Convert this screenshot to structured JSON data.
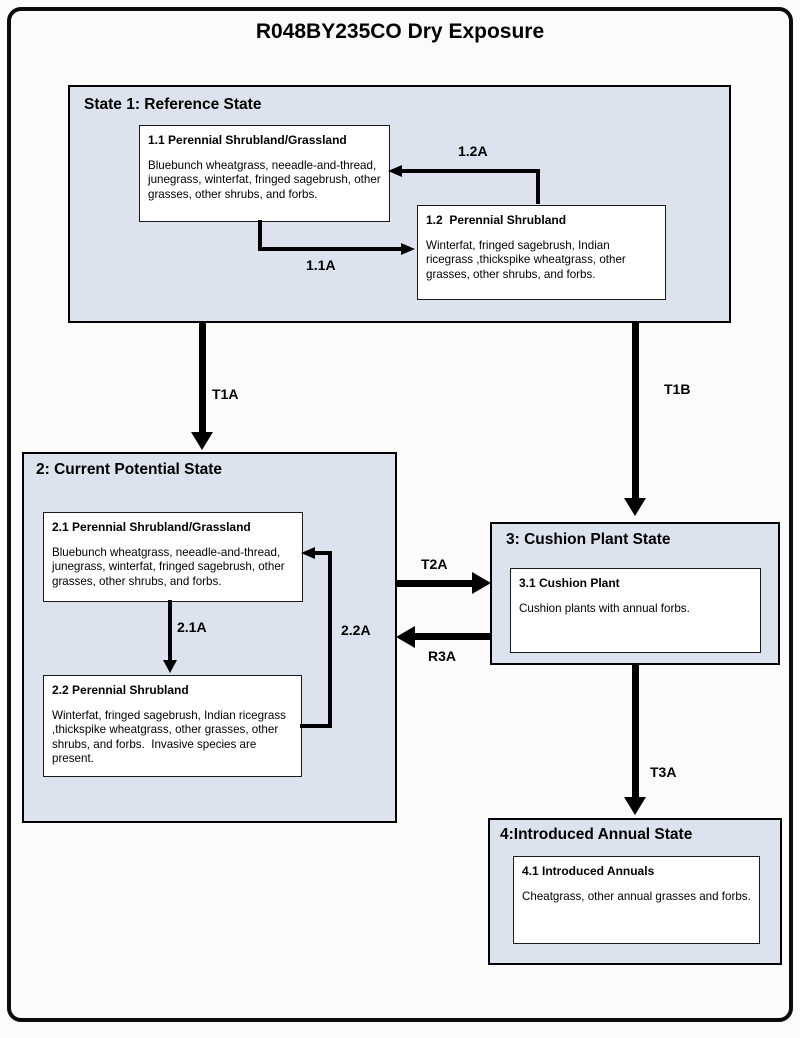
{
  "title": "R048BY235CO Dry Exposure",
  "colors": {
    "state_fill": "#dce3ee",
    "community_fill": "#ffffff",
    "border": "#000000",
    "arrow": "#000000",
    "page_background": "#fbfbfb"
  },
  "states": [
    {
      "header": "State 1: Reference State",
      "communities": [
        {
          "title": "1.1 Perennial Shrubland/Grassland",
          "body": "Bluebunch wheatgrass, neeadle-and-thread, junegrass, winterfat, fringed sagebrush, other grasses, other shrubs, and forbs."
        },
        {
          "title": "1.2  Perennial Shrubland",
          "body": "Winterfat, fringed sagebrush, Indian ricegrass ,thickspike wheatgrass, other grasses, other shrubs, and forbs."
        }
      ]
    },
    {
      "header": "2: Current Potential State",
      "communities": [
        {
          "title": "2.1 Perennial Shrubland/Grassland",
          "body": "Bluebunch wheatgrass, neeadle-and-thread, junegrass, winterfat, fringed sagebrush, other grasses, other shrubs, and forbs."
        },
        {
          "title": "2.2 Perennial Shrubland",
          "body": "Winterfat, fringed sagebrush, Indian ricegrass ,thickspike wheatgrass, other grasses, other shrubs, and forbs.  Invasive species are present."
        }
      ]
    },
    {
      "header": "3: Cushion Plant State",
      "communities": [
        {
          "title": "3.1 Cushion Plant",
          "body": "Cushion plants with annual forbs."
        }
      ]
    },
    {
      "header": "4:Introduced Annual State",
      "communities": [
        {
          "title": "4.1 Introduced Annuals",
          "body": "Cheatgrass, other annual grasses and forbs."
        }
      ]
    }
  ],
  "pathways": [
    {
      "label": "1.1A"
    },
    {
      "label": "1.2A"
    },
    {
      "label": "2.1A"
    },
    {
      "label": "2.2A"
    }
  ],
  "transitions": [
    {
      "label": "T1A"
    },
    {
      "label": "T1B"
    },
    {
      "label": "T2A"
    },
    {
      "label": "R3A"
    },
    {
      "label": "T3A"
    }
  ]
}
